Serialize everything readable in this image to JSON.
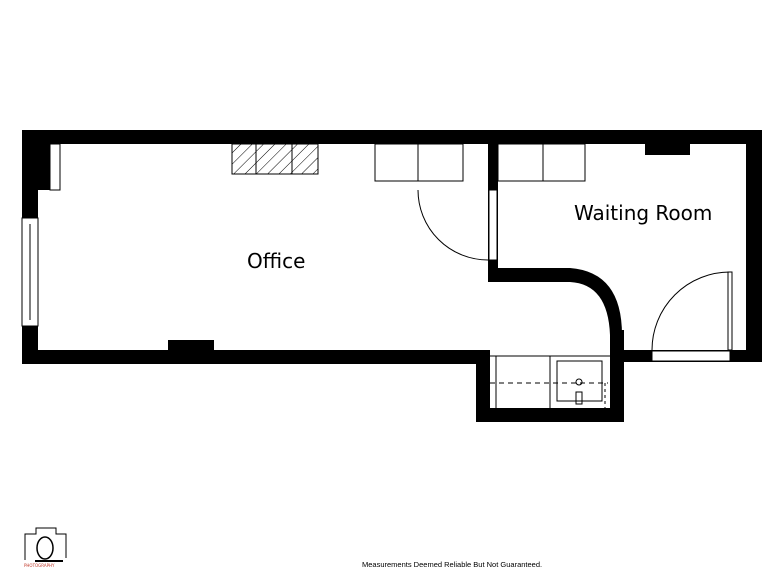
{
  "rooms": [
    {
      "label": "Office"
    },
    {
      "label": "Waiting Room"
    }
  ],
  "footer": {
    "disclaimer": "Measurements Deemed Reliable But Not Guaranteed."
  },
  "logo": {
    "text": "PHOTOGRAPHY",
    "accent_color": "#c0392b"
  },
  "colors": {
    "wall": "#000000",
    "background": "#ffffff"
  }
}
